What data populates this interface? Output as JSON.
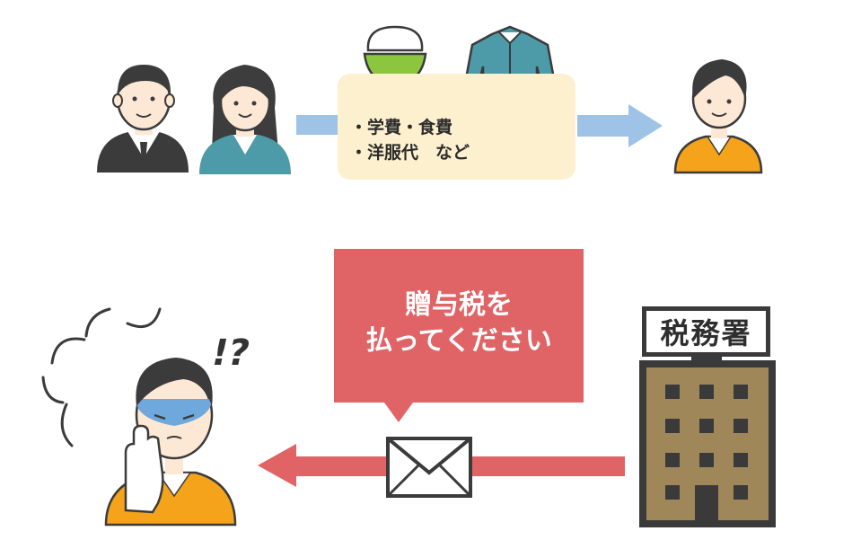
{
  "expenses": {
    "items": [
      "・学費・食費",
      "・洋服代　など"
    ]
  },
  "notice": {
    "lines": [
      "贈与税を",
      "払ってください"
    ]
  },
  "tax_office": {
    "sign": "税務署"
  },
  "reaction": {
    "mark": "!?"
  },
  "colors": {
    "arrow_blue": "#9fc3e7",
    "arrow_red": "#e06366",
    "card_bg": "#fdf0cf",
    "skin": "#fde8d5",
    "hair": "#3d3d3d",
    "shirt_orange": "#f5a31a",
    "shirt_teal": "#4d9aa8",
    "bowl_green": "#8cc63f",
    "building": "#a0875a"
  },
  "icons": [
    "father-icon",
    "mother-icon",
    "child-icon",
    "rice-bowl-icon",
    "shirt-icon",
    "envelope-icon",
    "building-icon",
    "worried-person-icon",
    "speech-burst-icon"
  ]
}
